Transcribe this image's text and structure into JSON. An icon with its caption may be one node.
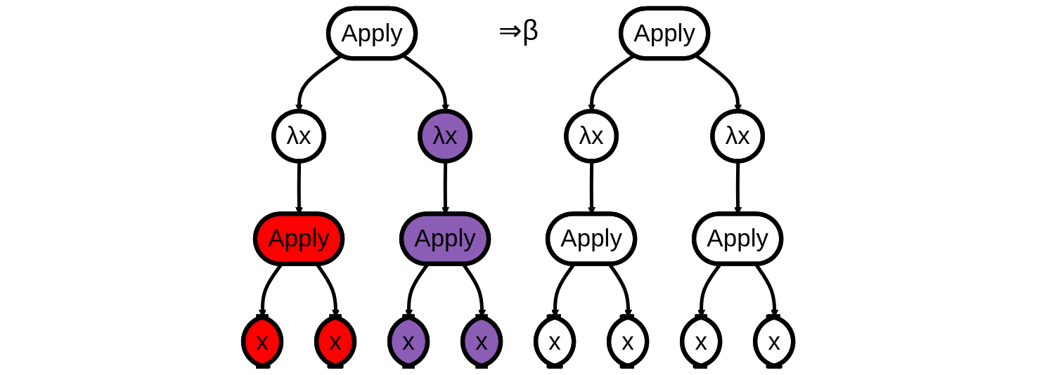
{
  "diagram": {
    "nodes": [
      {
        "text": [
          "Apply"
        ]
      },
      {
        "text": [
          "λx"
        ]
      },
      {
        "text": [
          "λx"
        ]
      },
      {
        "text": [
          "Apply"
        ]
      },
      {
        "text": [
          "x"
        ]
      },
      {
        "text": [
          "x"
        ]
      },
      {
        "text": [
          "Apply"
        ]
      },
      {
        "text": [
          "x"
        ]
      },
      {
        "text": [
          "x"
        ]
      },
      {
        "text": [
          "Apply"
        ]
      },
      {
        "text": [
          "λx"
        ]
      },
      {
        "text": [
          "λx"
        ]
      },
      {
        "text": [
          "Apply"
        ]
      },
      {
        "text": [
          "x"
        ]
      },
      {
        "text": [
          "x"
        ]
      },
      {
        "text": [
          "Apply"
        ]
      },
      {
        "text": [
          "x"
        ]
      },
      {
        "text": [
          "x"
        ]
      }
    ],
    "edges": [
      {
        "from": 0,
        "to": 1,
        "arrow": "to"
      },
      {
        "from": 0,
        "to": 2,
        "arrow": "to"
      },
      {
        "from": 1,
        "to": 3,
        "arrow": "to"
      },
      {
        "from": 3,
        "to": 4,
        "arrow": "to"
      },
      {
        "from": 3,
        "to": 5,
        "arrow": "to"
      },
      {
        "from": 2,
        "to": 6,
        "arrow": "to"
      },
      {
        "from": 6,
        "to": 7,
        "arrow": "to"
      },
      {
        "from": 6,
        "to": 8,
        "arrow": "to"
      },
      {
        "from": 9,
        "to": 10,
        "arrow": "to"
      },
      {
        "from": 9,
        "to": 11,
        "arrow": "to"
      },
      {
        "from": 10,
        "to": 12,
        "arrow": "to"
      },
      {
        "from": 12,
        "to": 13,
        "arrow": "to"
      },
      {
        "from": 12,
        "to": 14,
        "arrow": "to"
      },
      {
        "from": 11,
        "to": 15,
        "arrow": "to"
      },
      {
        "from": 15,
        "to": 16,
        "arrow": "to"
      },
      {
        "from": 15,
        "to": 17,
        "arrow": "to"
      }
    ],
    "labels": [
      "⇒β"
    ]
  }
}
